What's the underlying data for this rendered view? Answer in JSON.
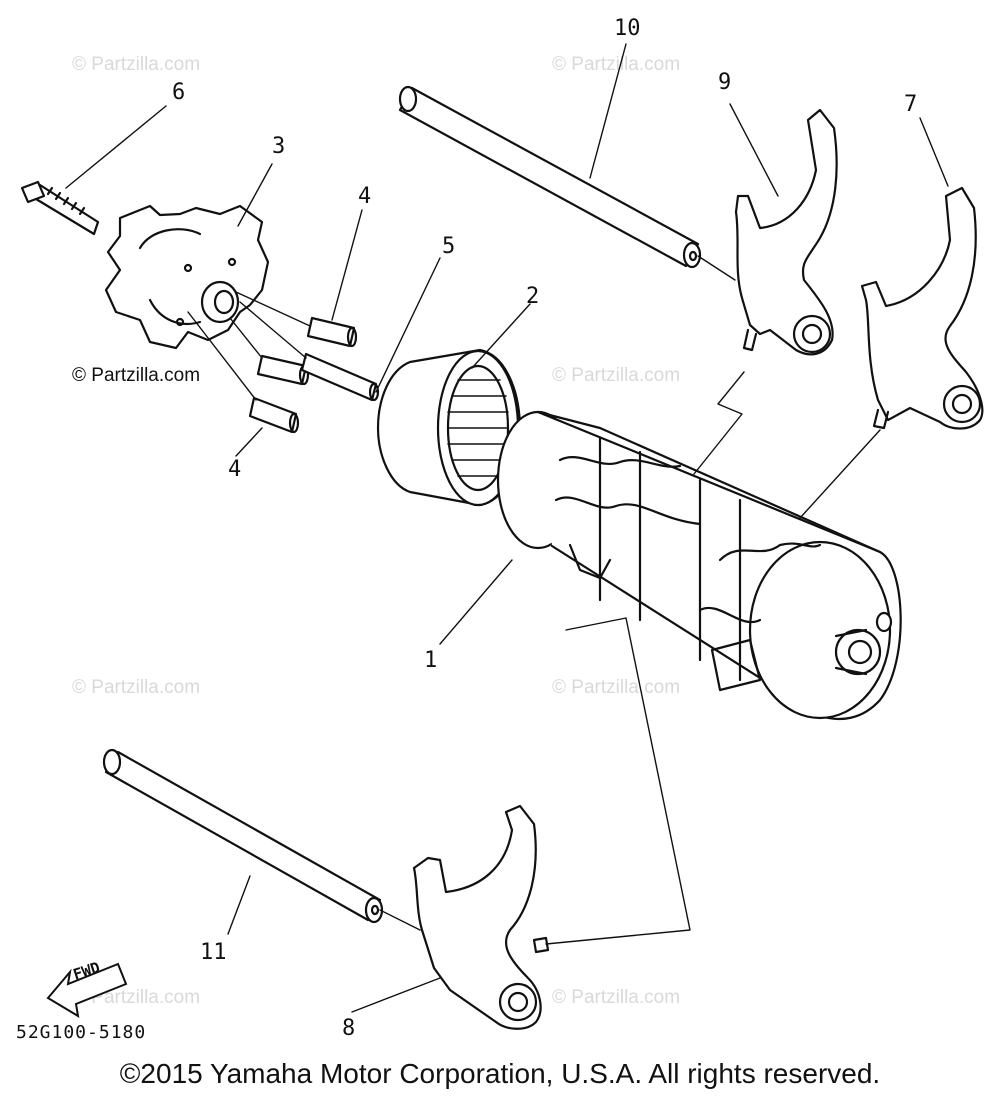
{
  "watermark": {
    "text": "© Partzilla.com"
  },
  "callouts": {
    "c1": "1",
    "c2": "2",
    "c3": "3",
    "c4a": "4",
    "c4b": "4",
    "c5": "5",
    "c6": "6",
    "c7": "7",
    "c8": "8",
    "c9": "9",
    "c10": "10",
    "c11": "11"
  },
  "direction_label": "FWD",
  "diagram_code": "52G100-5180",
  "copyright": "©2015 Yamaha Motor Corporation, U.S.A. All rights reserved."
}
